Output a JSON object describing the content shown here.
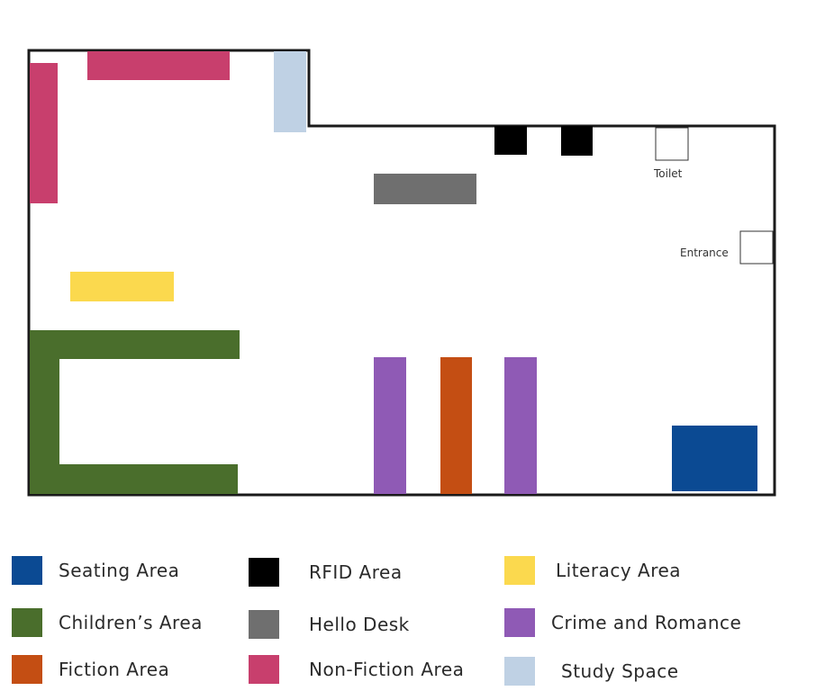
{
  "floor_plan": {
    "toilet_label": "Toilet",
    "entrance_label": "Entrance"
  },
  "colors": {
    "seating": "#0b4a93",
    "children": "#4a6e2c",
    "fiction": "#c44e13",
    "rfid": "#000000",
    "hello_desk": "#6f6f6f",
    "non_fiction": "#c83f6d",
    "literacy": "#fbd94e",
    "crime_romance": "#8f5ab5",
    "study": "#bfd1e4",
    "wall": "#1a1a1a"
  },
  "legend": {
    "seating_area": "Seating Area",
    "rfid_area": "RFID Area",
    "literacy_area": "Literacy Area",
    "childrens_area": "Children’s Area",
    "hello_desk": "Hello Desk",
    "crime_and_romance": "Crime and Romance",
    "fiction_area": "Fiction Area",
    "non_fiction_area": "Non-Fiction Area",
    "study_space": "Study Space"
  }
}
